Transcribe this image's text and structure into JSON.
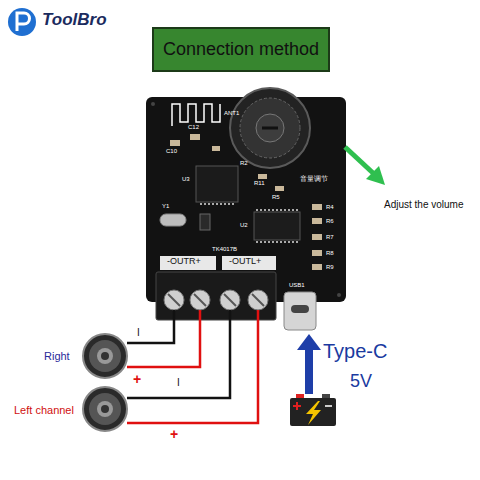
{
  "diagram": {
    "title": "Connection method",
    "labels": [
      "ToolBro",
      "ANT1",
      "C10",
      "C12",
      "U3",
      "R11",
      "R2",
      "R5",
      "Y1",
      "U2",
      "TK4017B",
      "-OUTR+",
      "-OUTL+",
      "R4",
      "R6",
      "R7",
      "R8",
      "R9",
      "音量调节",
      "USB1",
      "Adjust the volume",
      "Right",
      "Left channel",
      "I",
      "+",
      "I",
      "+",
      "Type-C",
      "5V"
    ]
  }
}
